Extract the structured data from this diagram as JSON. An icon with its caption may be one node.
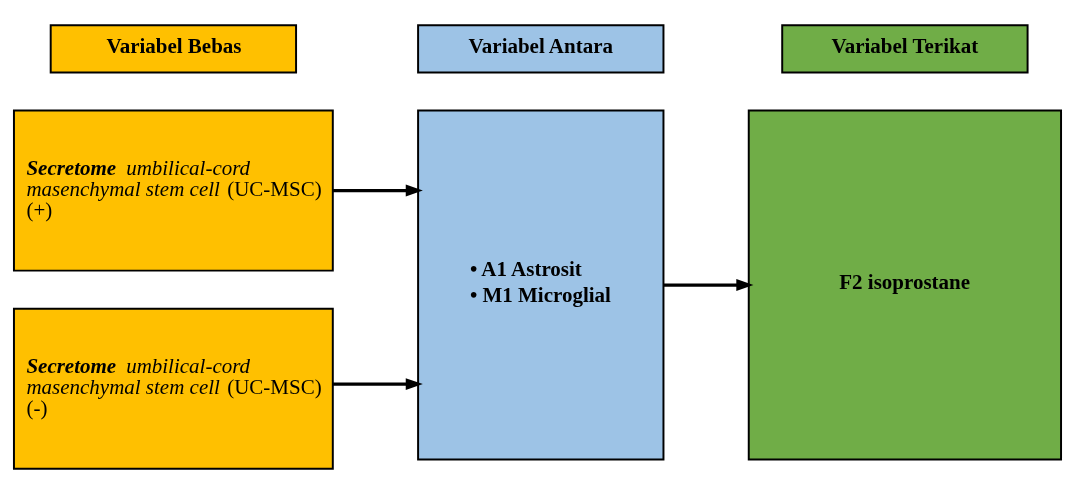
{
  "diagram": {
    "nodes": [
      {
        "text": [
          "Variabel Bebas"
        ]
      },
      {
        "text": [
          "Variabel Antara"
        ]
      },
      {
        "text": [
          "Variabel Terikat"
        ]
      },
      {
        "text": [
          "**Secretome** *umbilical-cord masenchymal stem cell* (UC-MSC) (+)"
        ]
      },
      {
        "text": [
          "**Secretome** *umbilical-cord masenchymal stem cell* (UC-MSC) (-)"
        ]
      },
      {
        "text": [
          "• A1 Astrosit",
          "• M1 Microglial"
        ]
      },
      {
        "text": [
          "F2 isoprostane"
        ]
      }
    ],
    "edges": [
      {
        "from": 3,
        "to": 5,
        "arrow": "to"
      },
      {
        "from": 4,
        "to": 5,
        "arrow": "to"
      },
      {
        "from": 5,
        "to": 6,
        "arrow": "to"
      }
    ]
  }
}
